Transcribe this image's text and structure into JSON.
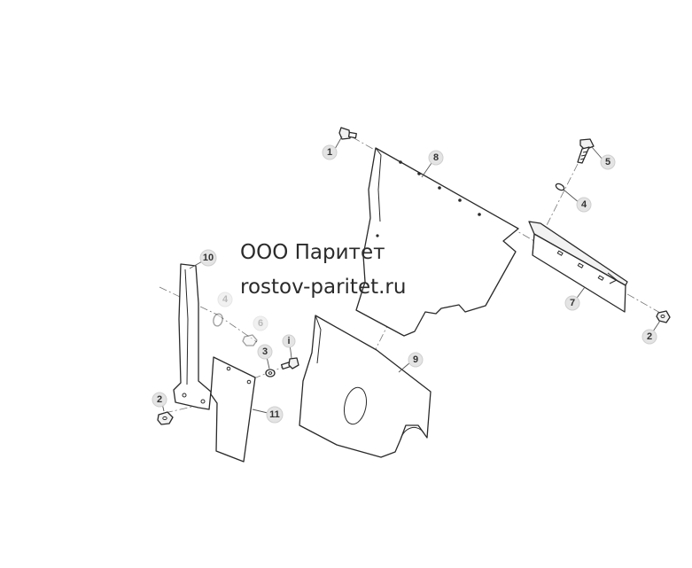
{
  "watermark": {
    "company": "ООО Паритет",
    "website": "rostov-paritet.ru"
  },
  "callouts": [
    {
      "id": "c1",
      "label": "1"
    },
    {
      "id": "c2a",
      "label": "2"
    },
    {
      "id": "c2b",
      "label": "2"
    },
    {
      "id": "c3",
      "label": "3"
    },
    {
      "id": "c4a",
      "label": "4"
    },
    {
      "id": "c4b",
      "label": "4"
    },
    {
      "id": "c5",
      "label": "5"
    },
    {
      "id": "c6",
      "label": "6"
    },
    {
      "id": "c7",
      "label": "7"
    },
    {
      "id": "c8",
      "label": "8"
    },
    {
      "id": "c9",
      "label": "9"
    },
    {
      "id": "c10",
      "label": "10"
    },
    {
      "id": "c11",
      "label": "11"
    },
    {
      "id": "ci",
      "label": "i"
    }
  ]
}
